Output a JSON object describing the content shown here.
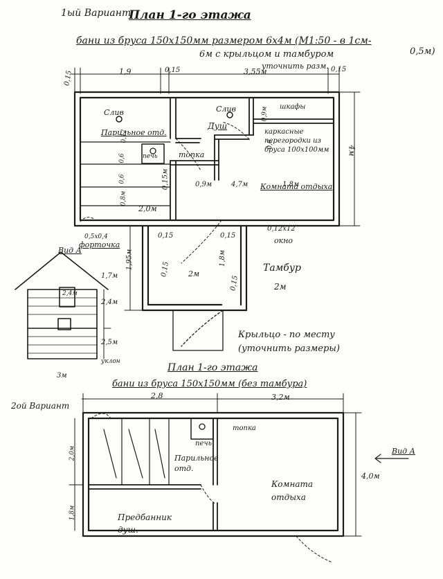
{
  "header": {
    "variant1": "1ый Вариант",
    "title1": "План 1-го этажа",
    "line1": "бани из бруса 150х150мм размером 6х4м (М1:50 - в 1см-",
    "line1b": "0,5м)",
    "line2": "6м с крыльцом и тамбуром",
    "note": "уточнить разм."
  },
  "plan1": {
    "dims": {
      "top_left": "0,15",
      "top_a": "1,9",
      "top_b": "0,15",
      "top_c": "3,55м",
      "top_d": "0,15",
      "right": "4м",
      "w_09": "0,9м",
      "w_015": "0,15м",
      "w_47": "4,7м",
      "w_18": "1,8м",
      "vert_012": "0,12",
      "vert_06": "0,6",
      "vert_08": "0,8м",
      "vert_06b": "0,6",
      "w_20": "2,0м",
      "vert_09": "0,9м",
      "w_06": "0,6",
      "t_015a": "0,15",
      "t_015b": "0,15",
      "t_18": "1,8м",
      "t_2m": "2м",
      "t_015c": "0,15",
      "t_015d": "0,15",
      "left_195": "1,95м",
      "win": "0,5х0,4",
      "win2": "0,12х12"
    },
    "labels": {
      "sliv1": "Слив",
      "sliv2": "Слив",
      "steam": "Парильное отд.",
      "pech": "печь",
      "topka": "топка",
      "dush": "Душ",
      "shkaf": "шкафы",
      "partition": "каркасные перегородки из бруса 100х100мм",
      "rest": "Комната отдыха",
      "window": "окно",
      "fortochka": "форточка",
      "tambur": "Тамбур",
      "tambur_size": "2м",
      "krylco": "Крыльцо - по месту (уточнить размеры)"
    }
  },
  "view": {
    "label": "Вид А",
    "d1": "2,4м",
    "d2": "2,4м",
    "d3": "1,7м",
    "d4": "2,5м",
    "d5": "уклон",
    "d6": "3м"
  },
  "plan2": {
    "title": "План 1-го этажа",
    "subtitle": "бани из бруса 150х150мм (без тамбура)",
    "variant2": "2ой Вариант",
    "dims": {
      "top_a": "2,8",
      "top_b": "3,2м",
      "right": "4,0м",
      "left_a": "2,0м",
      "left_b": "1,8м"
    },
    "labels": {
      "pech": "печь",
      "topka": "топка",
      "steam": "Парильное отд.",
      "rest": "Комната отдыха",
      "predbannik": "Предбанник душ.",
      "vid": "Вид А"
    }
  }
}
